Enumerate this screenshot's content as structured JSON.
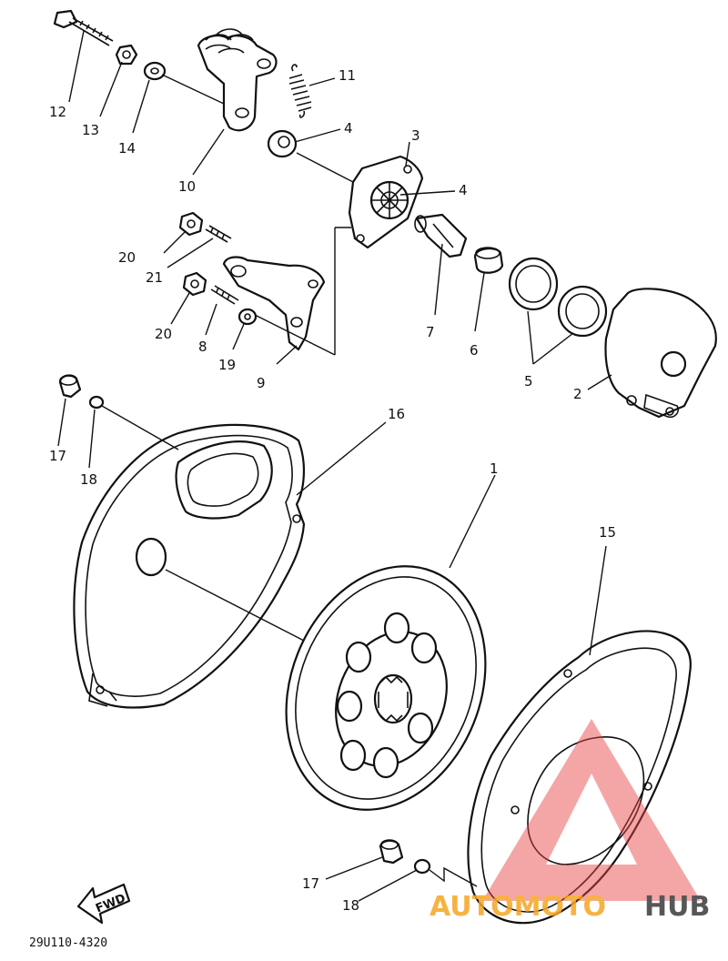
{
  "diagram_code": "29U110-4320",
  "fwd_label": "FWD",
  "watermark": {
    "part1": "AUTOMOTO",
    "part2": "HUB",
    "color1": "#f5a623",
    "color2": "#3a3a3a",
    "logo_color": "#e84040"
  },
  "callouts": {
    "c1": "1",
    "c2": "2",
    "c3": "3",
    "c4a": "4",
    "c4b": "4",
    "c5": "5",
    "c6": "6",
    "c7": "7",
    "c8": "8",
    "c9": "9",
    "c10": "10",
    "c11": "11",
    "c12": "12",
    "c13": "13",
    "c14": "14",
    "c15": "15",
    "c16": "16",
    "c17a": "17",
    "c17b": "17",
    "c18a": "18",
    "c18b": "18",
    "c19": "19",
    "c20a": "20",
    "c20b": "20",
    "c21": "21"
  }
}
